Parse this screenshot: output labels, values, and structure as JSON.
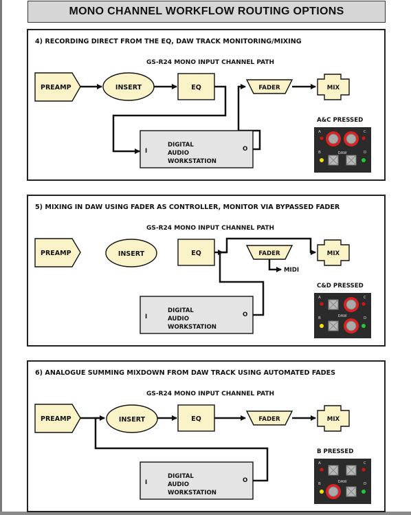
{
  "page_title": "MONO CHANNEL WORKFLOW ROUTING OPTIONS",
  "panels": [
    {
      "title": "4) RECORDING DIRECT FROM THE EQ, DAW TRACK  MONITORING/MIXING",
      "subtitle": "GS-R24 MONO INPUT CHANNEL PATH",
      "preamp": "PREAMP",
      "insert": "INSERT",
      "eq": "EQ",
      "fader": "FADER",
      "mix": "MIX",
      "daw_lines": [
        "DIGITAL",
        "AUDIO",
        "WORKSTATION"
      ],
      "daw_in": "I",
      "daw_out": "O",
      "pressed_label": "A&C PRESSED",
      "daw_panel": {
        "a": "A",
        "b": "B",
        "c": "C",
        "d": "D",
        "daw": "DAW"
      }
    },
    {
      "title": "5) MIXING IN DAW USING FADER AS CONTROLLER, MONITOR VIA BYPASSED FADER",
      "subtitle": "GS-R24 MONO INPUT CHANNEL PATH",
      "preamp": "PREAMP",
      "insert": "INSERT",
      "eq": "EQ",
      "fader": "FADER",
      "mix": "MIX",
      "midi": "MIDI",
      "daw_lines": [
        "DIGITAL",
        "AUDIO",
        "WORKSTATION"
      ],
      "daw_in": "I",
      "daw_out": "O",
      "pressed_label": "C&D PRESSED",
      "daw_panel": {
        "a": "A",
        "b": "B",
        "c": "C",
        "d": "D",
        "daw": "DAW"
      }
    },
    {
      "title": "6) ANALOGUE SUMMING MIXDOWN FROM DAW TRACK USING AUTOMATED FADES",
      "subtitle": "GS-R24 MONO INPUT CHANNEL PATH",
      "preamp": "PREAMP",
      "insert": "INSERT",
      "eq": "EQ",
      "fader": "FADER",
      "mix": "MIX",
      "daw_lines": [
        "DIGITAL",
        "AUDIO",
        "WORKSTATION"
      ],
      "daw_in": "I",
      "daw_out": "O",
      "pressed_label": "B PRESSED",
      "daw_panel": {
        "a": "A",
        "b": "B",
        "c": "C",
        "d": "D",
        "daw": "DAW"
      }
    }
  ],
  "colors": {
    "node_fill": "#faf3c8",
    "daw_box_fill": "#e4e4e4",
    "panel_dark": "#2b2b2b",
    "ring_red": "#e02020",
    "led_yellow": "#f2e20a",
    "led_green": "#22c83a",
    "led_red": "#c81818"
  }
}
